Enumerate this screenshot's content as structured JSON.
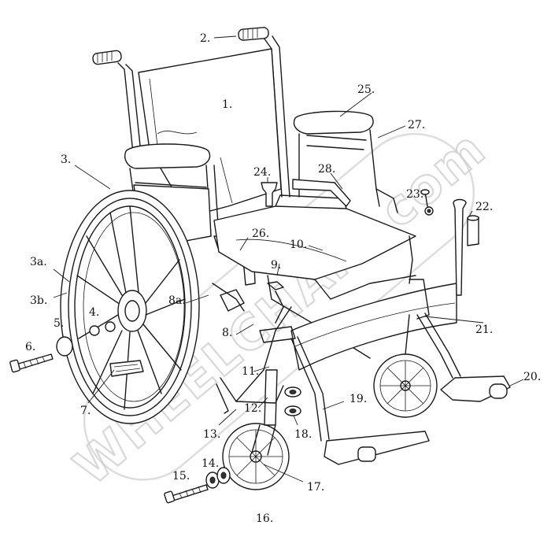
{
  "watermark": {
    "text": "WHEELCHAIR.com"
  },
  "labels": {
    "l1": "1.",
    "l2": "2.",
    "l3": "3.",
    "l3a": "3a.",
    "l3b": "3b.",
    "l4": "4.",
    "l5": "5.",
    "l6": "6.",
    "l7": "7.",
    "l8": "8.",
    "l8a": "8a.",
    "l9": "9.",
    "l10": "10.",
    "l11": "11.",
    "l12": "12.",
    "l13": "13.",
    "l14": "14.",
    "l15": "15.",
    "l16": "16.",
    "l17": "17.",
    "l18": "18.",
    "l19": "19.",
    "l20": "20.",
    "l21": "21.",
    "l22": "22.",
    "l23": "23.",
    "l24": "24.",
    "l25": "25.",
    "l26": "26.",
    "l27": "27.",
    "l28": "28."
  }
}
